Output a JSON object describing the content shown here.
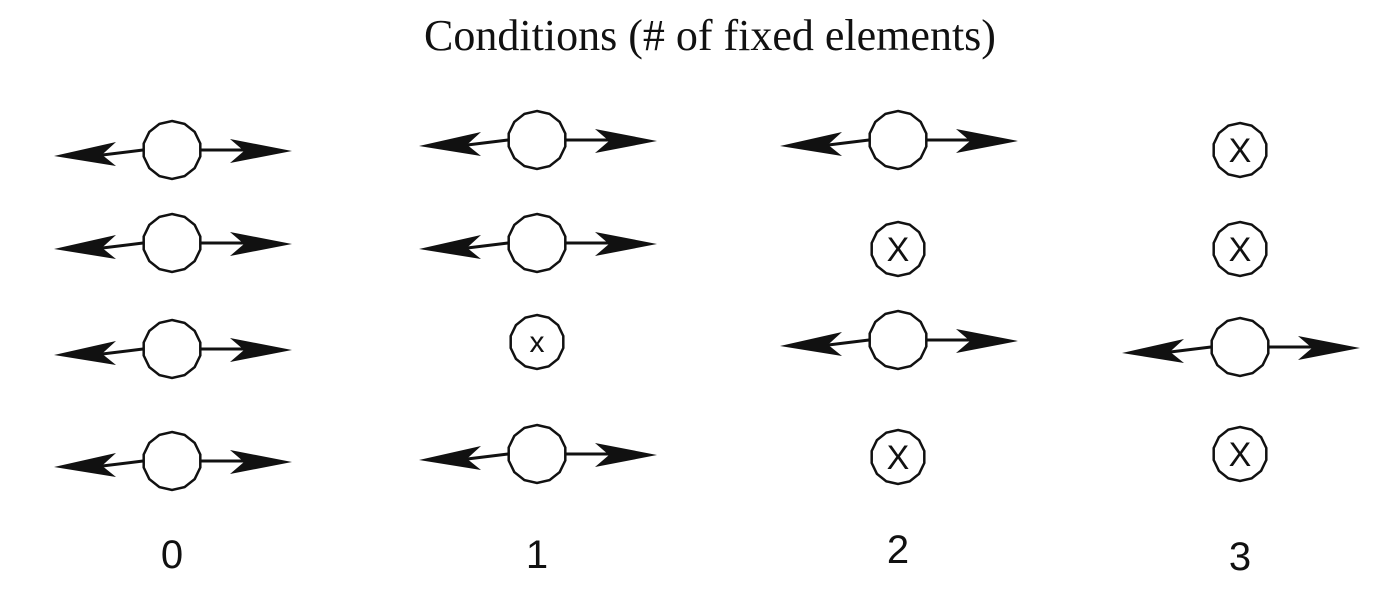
{
  "title": "Conditions (# of fixed elements)",
  "columns": [
    {
      "label": "0",
      "elements": [
        {
          "state": "movable"
        },
        {
          "state": "movable"
        },
        {
          "state": "movable"
        },
        {
          "state": "movable"
        }
      ]
    },
    {
      "label": "1",
      "elements": [
        {
          "state": "movable"
        },
        {
          "state": "movable"
        },
        {
          "state": "fixed",
          "mark": "x"
        },
        {
          "state": "movable"
        }
      ]
    },
    {
      "label": "2",
      "elements": [
        {
          "state": "movable"
        },
        {
          "state": "fixed",
          "mark": "X"
        },
        {
          "state": "movable"
        },
        {
          "state": "fixed",
          "mark": "X"
        }
      ]
    },
    {
      "label": "3",
      "elements": [
        {
          "state": "fixed",
          "mark": "X"
        },
        {
          "state": "fixed",
          "mark": "X"
        },
        {
          "state": "movable"
        },
        {
          "state": "fixed",
          "mark": "X"
        }
      ]
    }
  ],
  "icons": {
    "movable": "double-arrow-icon",
    "fixed": "x-mark-icon",
    "node": "polygon-node-icon"
  },
  "colors": {
    "ink": "#111111",
    "background": "#ffffff"
  }
}
